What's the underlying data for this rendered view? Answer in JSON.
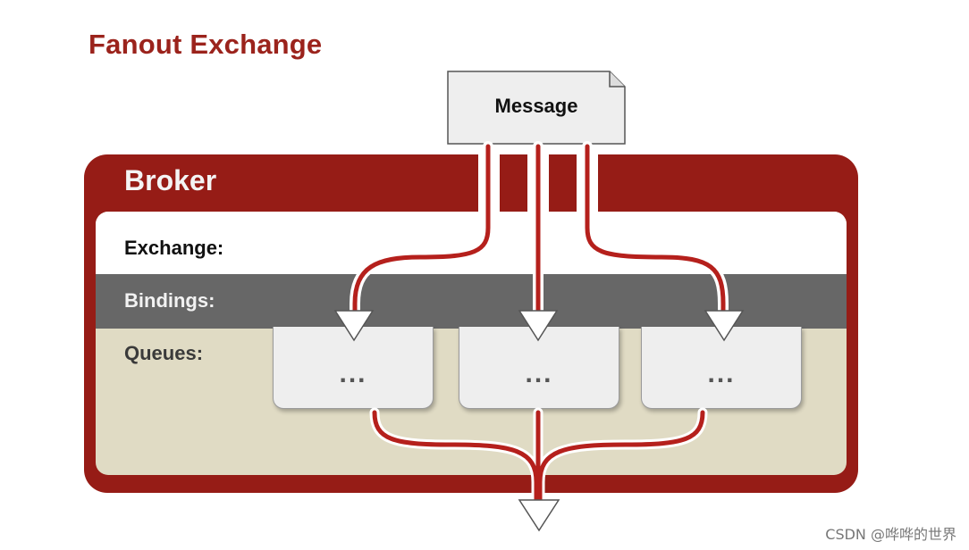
{
  "diagram": {
    "title": "Fanout Exchange",
    "message_label": "Message",
    "broker_label": "Broker",
    "rows": {
      "exchange": "Exchange:",
      "bindings": "Bindings:",
      "queues": "Queues:"
    },
    "queues": [
      {
        "label": "..."
      },
      {
        "label": "..."
      },
      {
        "label": "..."
      }
    ],
    "colors": {
      "title": "#9b231c",
      "broker": "#961c16",
      "flow_line": "#b5201c",
      "bindings_band": "#676767",
      "queues_area": "#e0dbc4"
    }
  },
  "watermark": "CSDN @哗哗的世界"
}
